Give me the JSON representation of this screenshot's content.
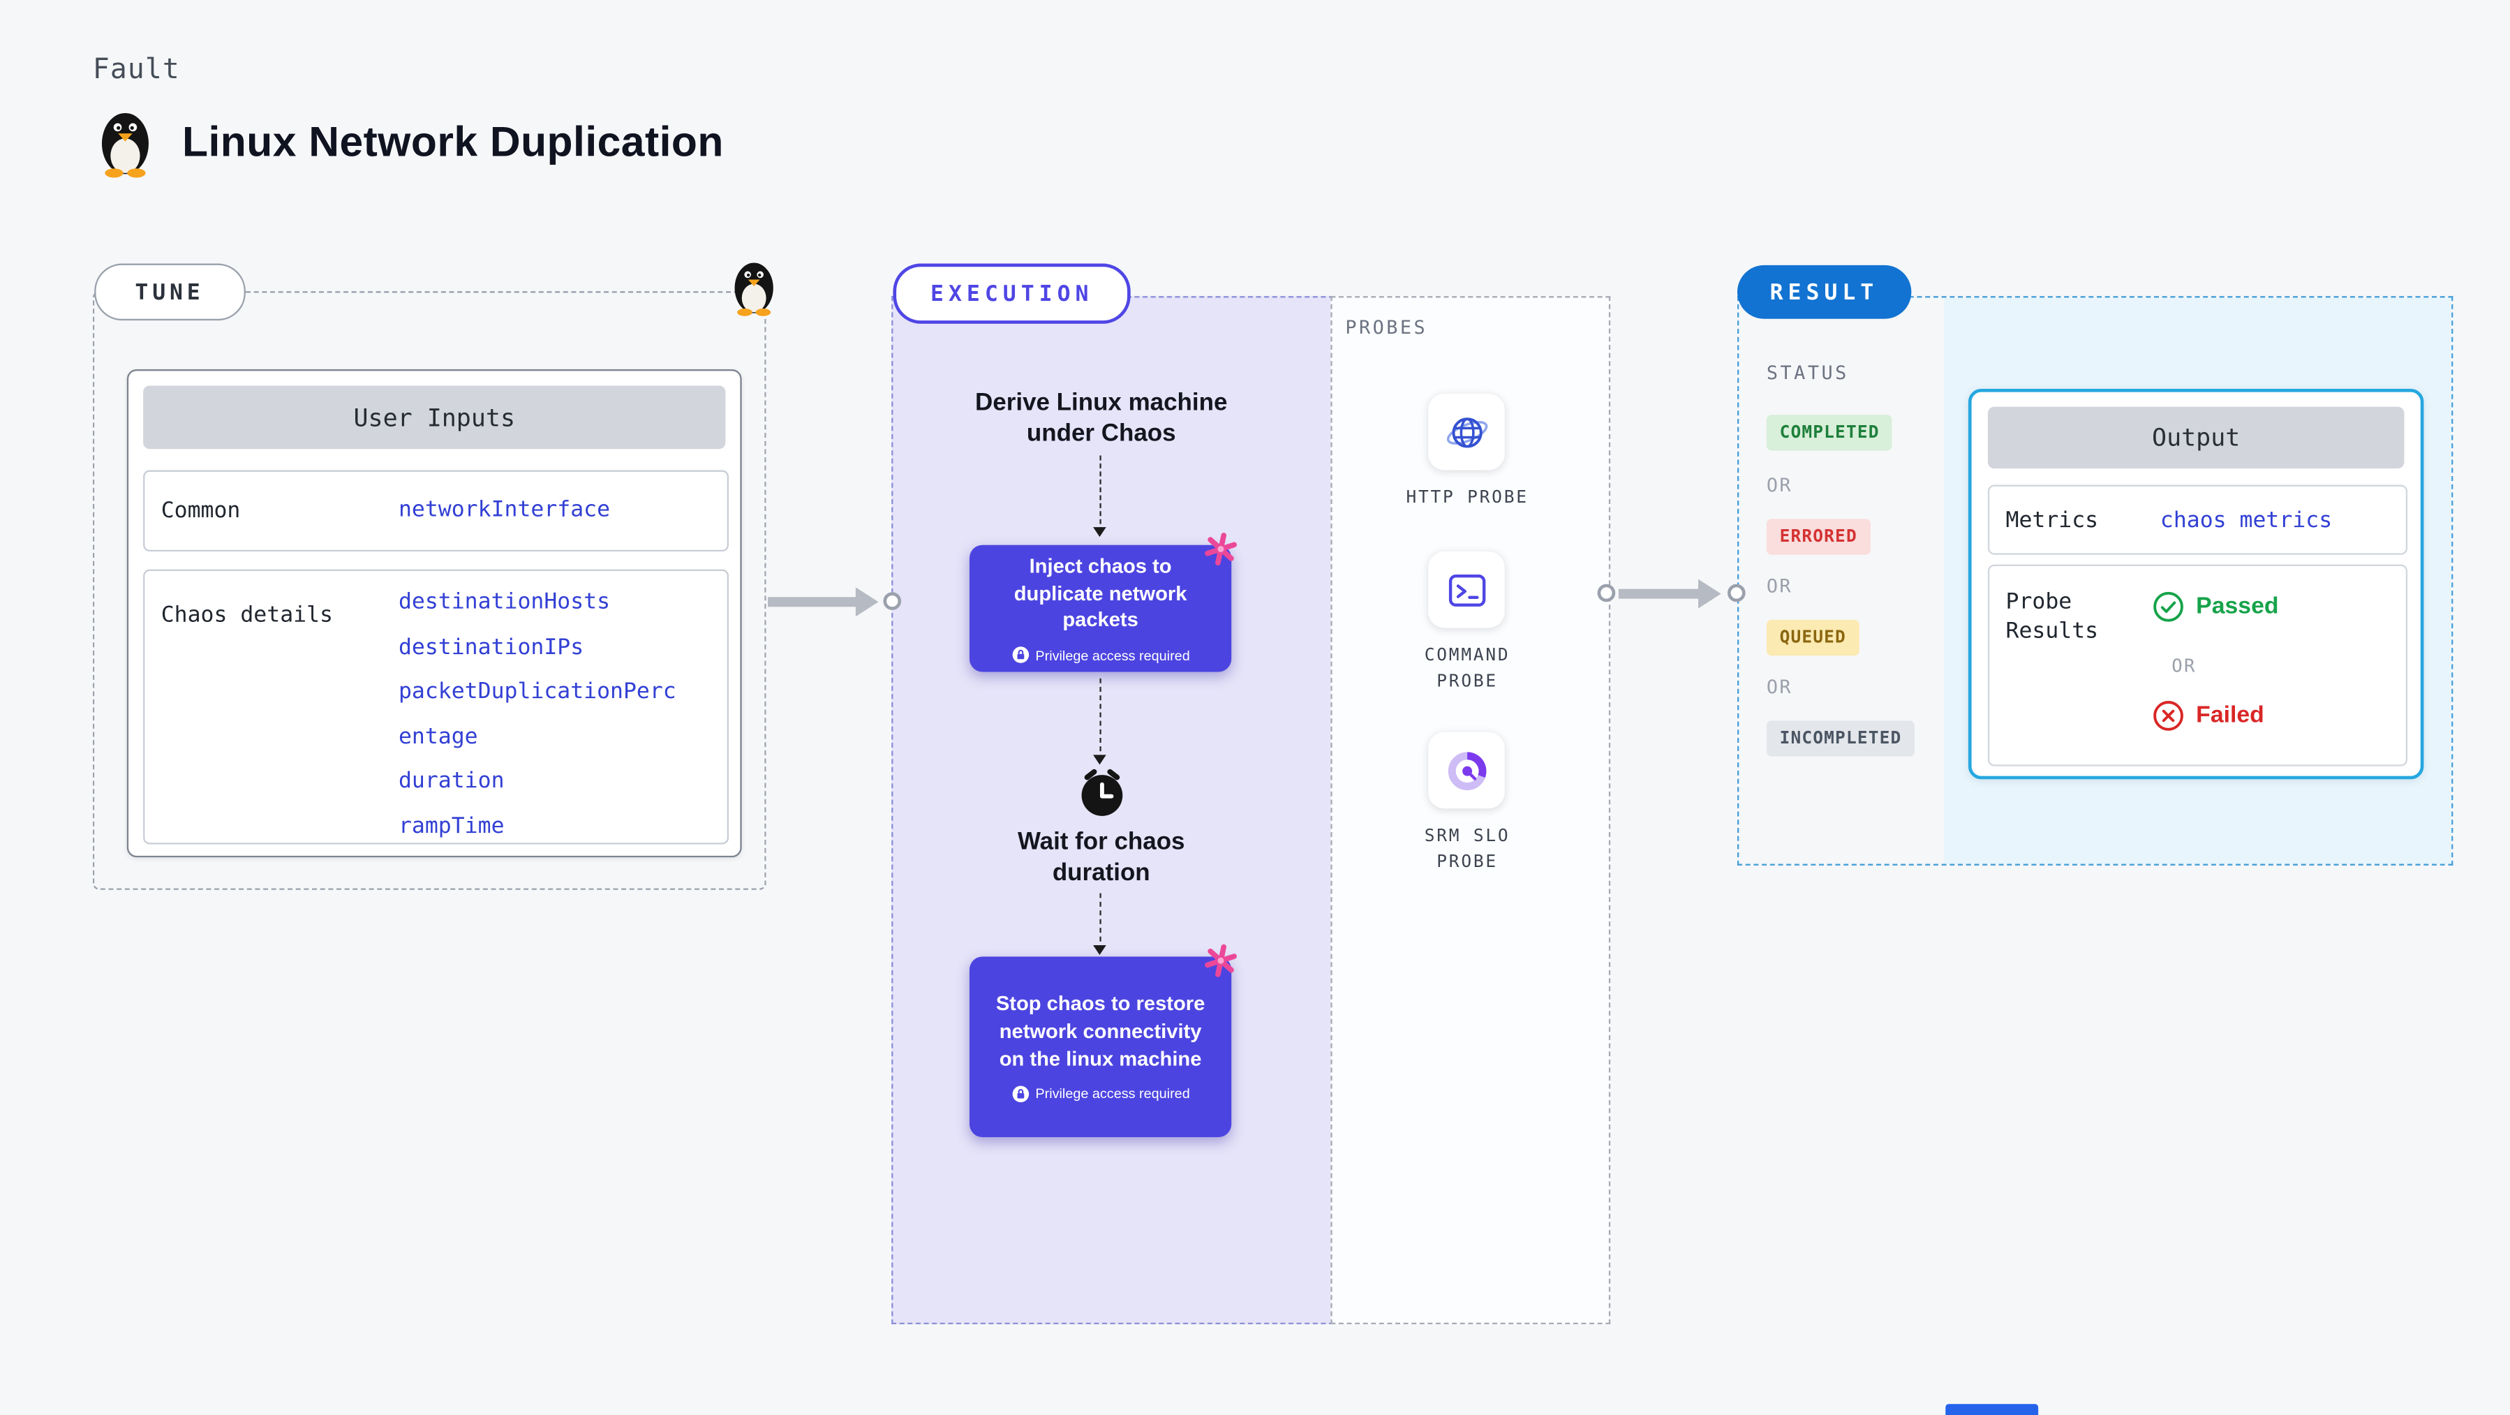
{
  "page": {
    "kicker": "Fault",
    "title": "Linux Network Duplication"
  },
  "tune": {
    "pill": "TUNE",
    "card_title": "User Inputs",
    "rows": [
      {
        "label": "Common",
        "values": [
          "networkInterface"
        ]
      },
      {
        "label": "Chaos details",
        "values": [
          "destinationHosts",
          "destinationIPs",
          "packetDuplicationPercentage",
          "duration",
          "rampTime"
        ]
      }
    ]
  },
  "execution": {
    "pill": "EXECUTION",
    "step1": "Derive Linux machine under Chaos",
    "chaos_box_1": "Inject chaos to duplicate network packets",
    "privilege_note": "Privilege access required",
    "wait_step": "Wait for chaos duration",
    "chaos_box_2": "Stop chaos to restore network connectivity on the linux machine"
  },
  "probes": {
    "label": "PROBES",
    "items": [
      {
        "name": "HTTP PROBE",
        "icon": "globe-icon"
      },
      {
        "name": "COMMAND PROBE",
        "icon": "terminal-icon"
      },
      {
        "name": "SRM SLO PROBE",
        "icon": "slo-donut-icon"
      }
    ]
  },
  "result": {
    "pill": "RESULT",
    "status_label": "STATUS",
    "or": "OR",
    "statuses": [
      {
        "label": "COMPLETED",
        "bg": "#D8EFD9",
        "color": "#1D7F3B"
      },
      {
        "label": "ERRORED",
        "bg": "#FADDDD",
        "color": "#D43333"
      },
      {
        "label": "QUEUED",
        "bg": "#FBEAB2",
        "color": "#8A660F"
      },
      {
        "label": "INCOMPLETED",
        "bg": "#E3E6EA",
        "color": "#4B5563"
      }
    ],
    "output": {
      "title": "Output",
      "metrics_label": "Metrics",
      "metrics_value": "chaos metrics",
      "probe_results_label": "Probe Results",
      "passed": "Passed",
      "failed": "Failed"
    }
  },
  "colors": {
    "page_bg": "#F6F7F9",
    "chaos_indigo": "#4C44E0",
    "execution_fill": "#E6E4F8",
    "code_blue": "#3240D4",
    "result_blue": "#1273D2",
    "output_border_cyan": "#25A7E0",
    "result_fill_cyan": "#E8F5FC",
    "spark_pink": "#EC4899",
    "passed_green": "#16A34A",
    "failed_red": "#D92626",
    "arrow_gray": "#B6BAC2",
    "bottom_strip_blue": "#2563EB"
  }
}
